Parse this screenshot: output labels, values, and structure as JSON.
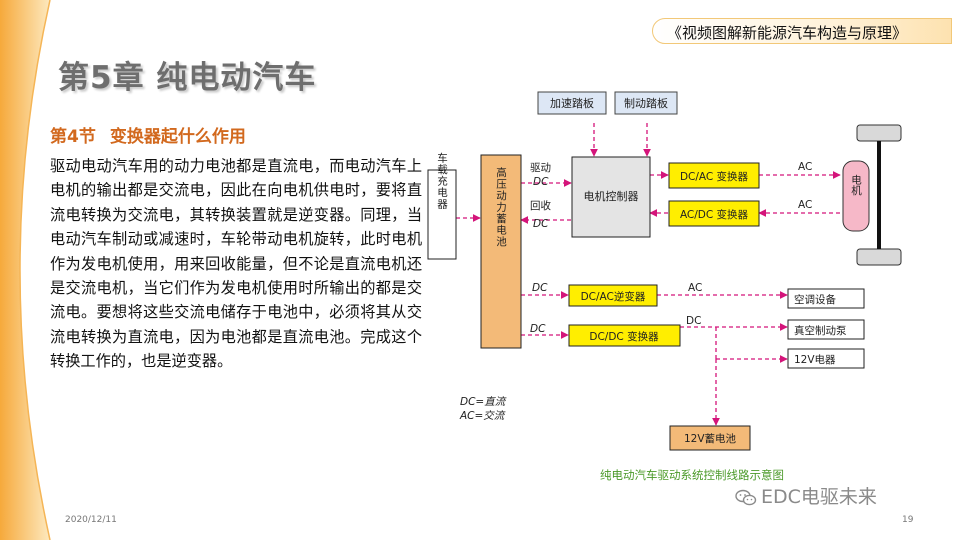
{
  "header": {
    "book_title": "《视频图解新能源汽车构造与原理》",
    "chapter_title": "第5章  纯电动汽车",
    "section_number": "第4节",
    "section_title": "变换器起什么作用"
  },
  "body": {
    "paragraph": "驱动电动汽车用的动力电池都是直流电，而电动汽车上电机的输出都是交流电，因此在向电机供电时，要将直流电转换为交流电，其转换装置就是逆变器。同理，当电动汽车制动或减速时，车轮带动电机旋转，此时电机作为发电机使用，用来回收能量，但不论是直流电机还是交流电机，当它们作为发电机使用时所输出的都是交流电。要想将这些交流电储存于电池中，必须将其从交流电转换为直流电，因为电池都是直流电池。完成这个转换工作的，也是逆变器。"
  },
  "diagram": {
    "boxes": {
      "charger": "车载充电器",
      "battery": "高压动力蓄电池",
      "accelerator": "加速踏板",
      "brake": "制动踏板",
      "controller": "电机控制器",
      "dcac_converter": "DC/AC 变换器",
      "acdc_converter": "AC/DC 变换器",
      "motor": "电机",
      "dcac_inverter": "DC/AC逆变器",
      "dcdc_converter": "DC/DC 变换器",
      "aircon": "空调设备",
      "vacuum_pump": "真空制动泵",
      "appliance_12v": "12V电器",
      "battery_12v": "12V蓄电池"
    },
    "labels": {
      "drive": "驱动",
      "drive_dc": "DC",
      "regen": "回收",
      "regen_dc": "DC",
      "ac_top": "AC",
      "ac_bottom": "AC",
      "dc_inverter_in": "DC",
      "ac_inverter_out": "AC",
      "dc_dcdc_in": "DC",
      "dc_dcdc_out": "DC",
      "legend_dc": "DC=直流",
      "legend_ac": "AC=交流"
    },
    "caption": "纯电动汽车驱动系统控制线路示意图",
    "colors": {
      "battery_fill": "#f3ba78",
      "converter_fill": "#ffee00",
      "arrow": "#d4147a",
      "motor_fill": "#f6b8c8",
      "box_blue": "#dde7f5",
      "box_gray": "#e4e4e4"
    }
  },
  "footer": {
    "date": "2020/12/11",
    "page": "19",
    "watermark": "EDC电驱未来"
  }
}
